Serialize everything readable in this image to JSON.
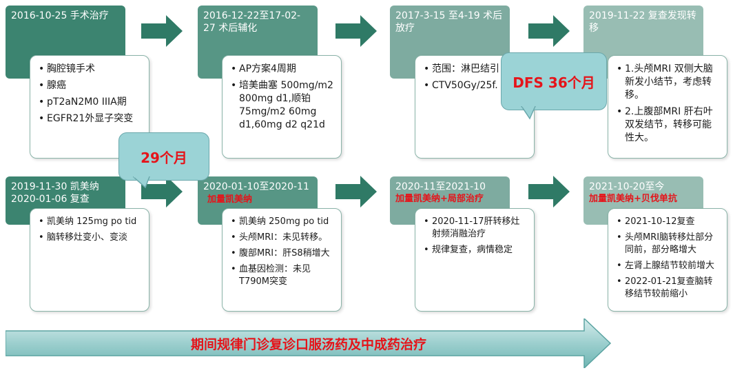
{
  "row1": [
    {
      "header": "2016-10-25 手术治疗",
      "items": [
        "胸腔镜手术",
        "腺癌",
        "pT2aN2M0 IIIA期",
        "EGFR21外显子突变"
      ]
    },
    {
      "header": "2016-12-22至17-02-27          术后辅化",
      "items": [
        "AP方案4周期",
        "培美曲塞 500mg/m2 800mg d1,顺铂 75mg/m2 60mg d1,60mg d2 q21d"
      ]
    },
    {
      "header": "2017-3-15 至4-19 术后放疗",
      "items": [
        "范围：淋巴结引",
        "CTV50Gy/25f."
      ]
    },
    {
      "header": "2019-11-22 复查发现转移",
      "items": [
        "1.头颅MRI 双侧大脑新发小结节，考虑转移。",
        "2.上腹部MRI 肝右叶双发结节，转移可能性大。"
      ]
    }
  ],
  "row2": [
    {
      "header": "2019-11-30 凯美纳 2020-01-06  复查",
      "highlight": "",
      "items": [
        "凯美纳 125mg po tid",
        "脑转移灶变小、变淡"
      ]
    },
    {
      "header": "2020-01-10至2020-11",
      "highlight": "加量凯美纳",
      "items": [
        "凯美纳 250mg po tid",
        "头颅MRI：未见转移。",
        "腹部MRI：肝S8稍增大",
        "血基因检测：未见T790M突变"
      ]
    },
    {
      "header": "2020-11至2021-10",
      "highlight": "加量凯美纳+局部治疗",
      "items": [
        "2020-11-17肝转移灶射频消融治疗",
        "规律复查，病情稳定"
      ]
    },
    {
      "header": "2021-10-20至今",
      "highlight": "加量凯美纳+贝伐单抗",
      "items": [
        "2021-10-12复查",
        "头颅MRI脑转移灶部分同前，部分略增大",
        "左肾上腺结节较前增大",
        "2022-01-21复查脑转移结节较前缩小"
      ]
    }
  ],
  "callouts": {
    "dfs": "DFS 36个月",
    "months29": "29个月"
  },
  "timeline": "期间规律门诊复诊口服汤药及中成药治疗",
  "colors": {
    "header_dark": "#3c8470",
    "accent_red": "#e5141a",
    "arrow": "#2f7a66",
    "bubble": "#9bd3d6"
  }
}
